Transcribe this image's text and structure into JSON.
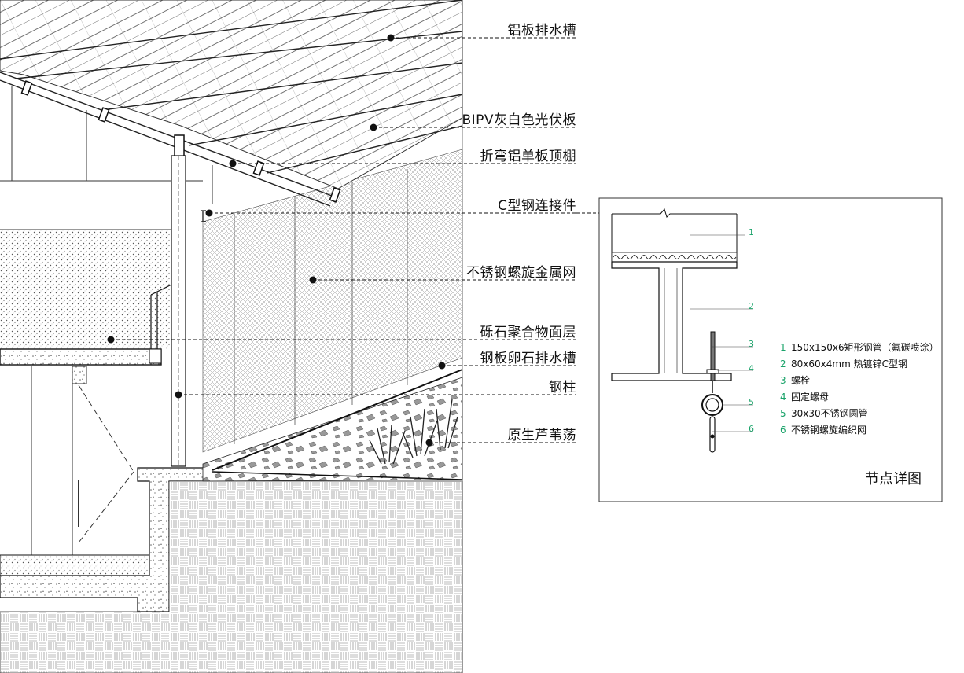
{
  "callouts": [
    "铝板排水槽",
    "BIPV灰白色光伏板",
    "折弯铝单板顶棚",
    "C型钢连接件",
    "不锈钢螺旋金属网",
    "砾石聚合物面层",
    "钢板卵石排水槽",
    "钢柱",
    "原生芦苇荡"
  ],
  "detail": {
    "title": "节点详图",
    "markers": [
      "1",
      "2",
      "3",
      "4",
      "5",
      "6"
    ],
    "legend": [
      {
        "num": "1",
        "text": "150x150x6矩形钢管（氟碳喷涂）"
      },
      {
        "num": "2",
        "text": "80x60x4mm 热镀锌C型钢"
      },
      {
        "num": "3",
        "text": "螺栓"
      },
      {
        "num": "4",
        "text": "固定螺母"
      },
      {
        "num": "5",
        "text": "30x30不锈钢圆管"
      },
      {
        "num": "6",
        "text": "不锈钢螺旋编织网"
      }
    ]
  },
  "colors": {
    "line": "#111111",
    "accent": "#1aa36a",
    "paper": "#ffffff"
  }
}
